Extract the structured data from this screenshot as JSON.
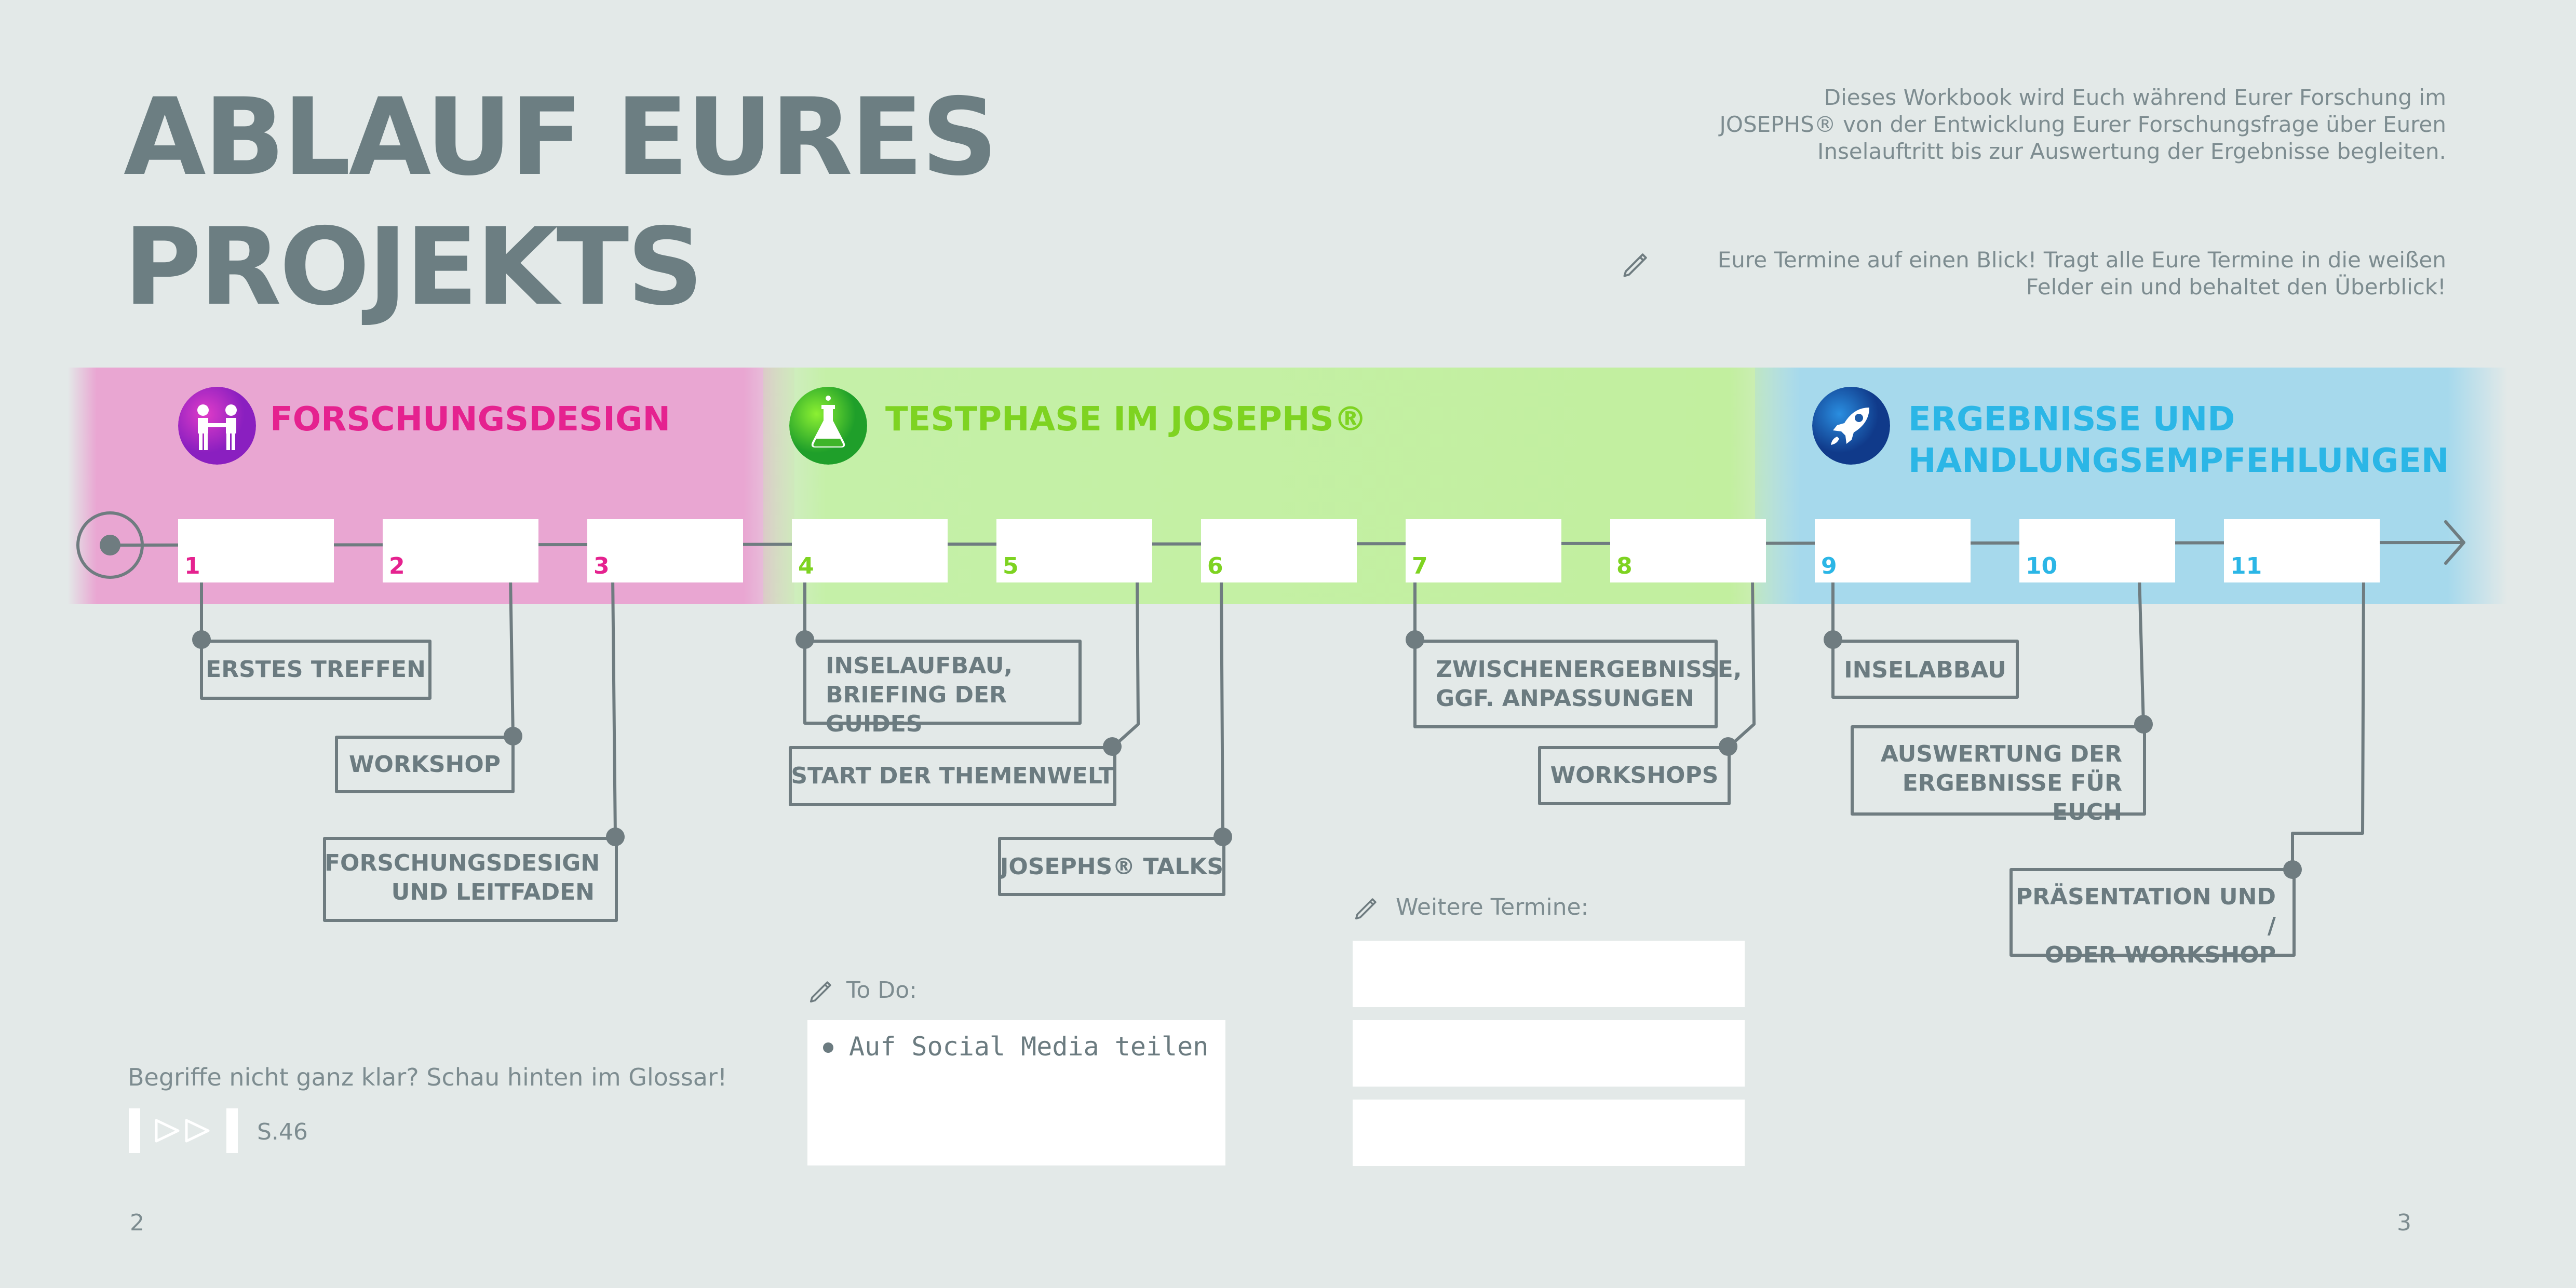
{
  "title": {
    "line1": "ABLAUF EURES",
    "line2": "PROJEKTS"
  },
  "intro": {
    "line1": "Dieses Workbook wird Euch während Eurer Forschung im",
    "line2": "JOSEPHS® von der Entwicklung Eurer Forschungsfrage über Euren",
    "line3": "Inselauftritt bis zur Auswertung der Ergebnisse begleiten."
  },
  "termin_hint": {
    "line1": "Eure Termine auf einen Blick! Tragt alle Eure Termine in die weißen",
    "line2": "Felder ein und behaltet den Überblick!"
  },
  "phases": [
    {
      "title": "FORSCHUNGSDESIGN",
      "color": "#e5228f",
      "icon": "handshake-icon"
    },
    {
      "title": "TESTPHASE IM JOSEPHS®",
      "color": "#7ed321",
      "icon": "flask-icon"
    },
    {
      "title_line1": "ERGEBNISSE UND",
      "title_line2": "HANDLUNGSEMPFEHLUNGEN",
      "color": "#2bb6e6",
      "icon": "rocket-icon"
    }
  ],
  "steps": [
    {
      "num": "1",
      "label_line1": "ERSTES TREFFEN",
      "label_line2": ""
    },
    {
      "num": "2",
      "label_line1": "WORKSHOP",
      "label_line2": ""
    },
    {
      "num": "3",
      "label_line1": "FORSCHUNGSDESIGN",
      "label_line2": "UND LEITFADEN"
    },
    {
      "num": "4",
      "label_line1": "INSELAUFBAU,",
      "label_line2": "BRIEFING DER GUIDES"
    },
    {
      "num": "5",
      "label_line1": "START DER THEMENWELT",
      "label_line2": ""
    },
    {
      "num": "6",
      "label_line1": "JOSEPHS® TALKS",
      "label_line2": ""
    },
    {
      "num": "7",
      "label_line1": "ZWISCHENERGEBNISSE,",
      "label_line2": "GGF. ANPASSUNGEN"
    },
    {
      "num": "8",
      "label_line1": "WORKSHOPS",
      "label_line2": ""
    },
    {
      "num": "9",
      "label_line1": "INSELABBAU",
      "label_line2": ""
    },
    {
      "num": "10",
      "label_line1": "AUSWERTUNG DER",
      "label_line2": "ERGEBNISSE FÜR EUCH"
    },
    {
      "num": "11",
      "label_line1": "PRÄSENTATION UND /",
      "label_line2": "ODER WORKSHOP"
    }
  ],
  "todo": {
    "label": "To Do:",
    "items": [
      "Auf Social Media teilen"
    ]
  },
  "weitere": {
    "label": "Weitere Termine:"
  },
  "glossar": {
    "text": "Begriffe nicht ganz klar? Schau hinten im Glossar!",
    "page_ref": "S.46"
  },
  "page_numbers": {
    "left": "2",
    "right": "3"
  },
  "colors": {
    "text_gray": "#6b7b80",
    "line_gray": "#6f7c80",
    "background": "#e3e9e8"
  }
}
